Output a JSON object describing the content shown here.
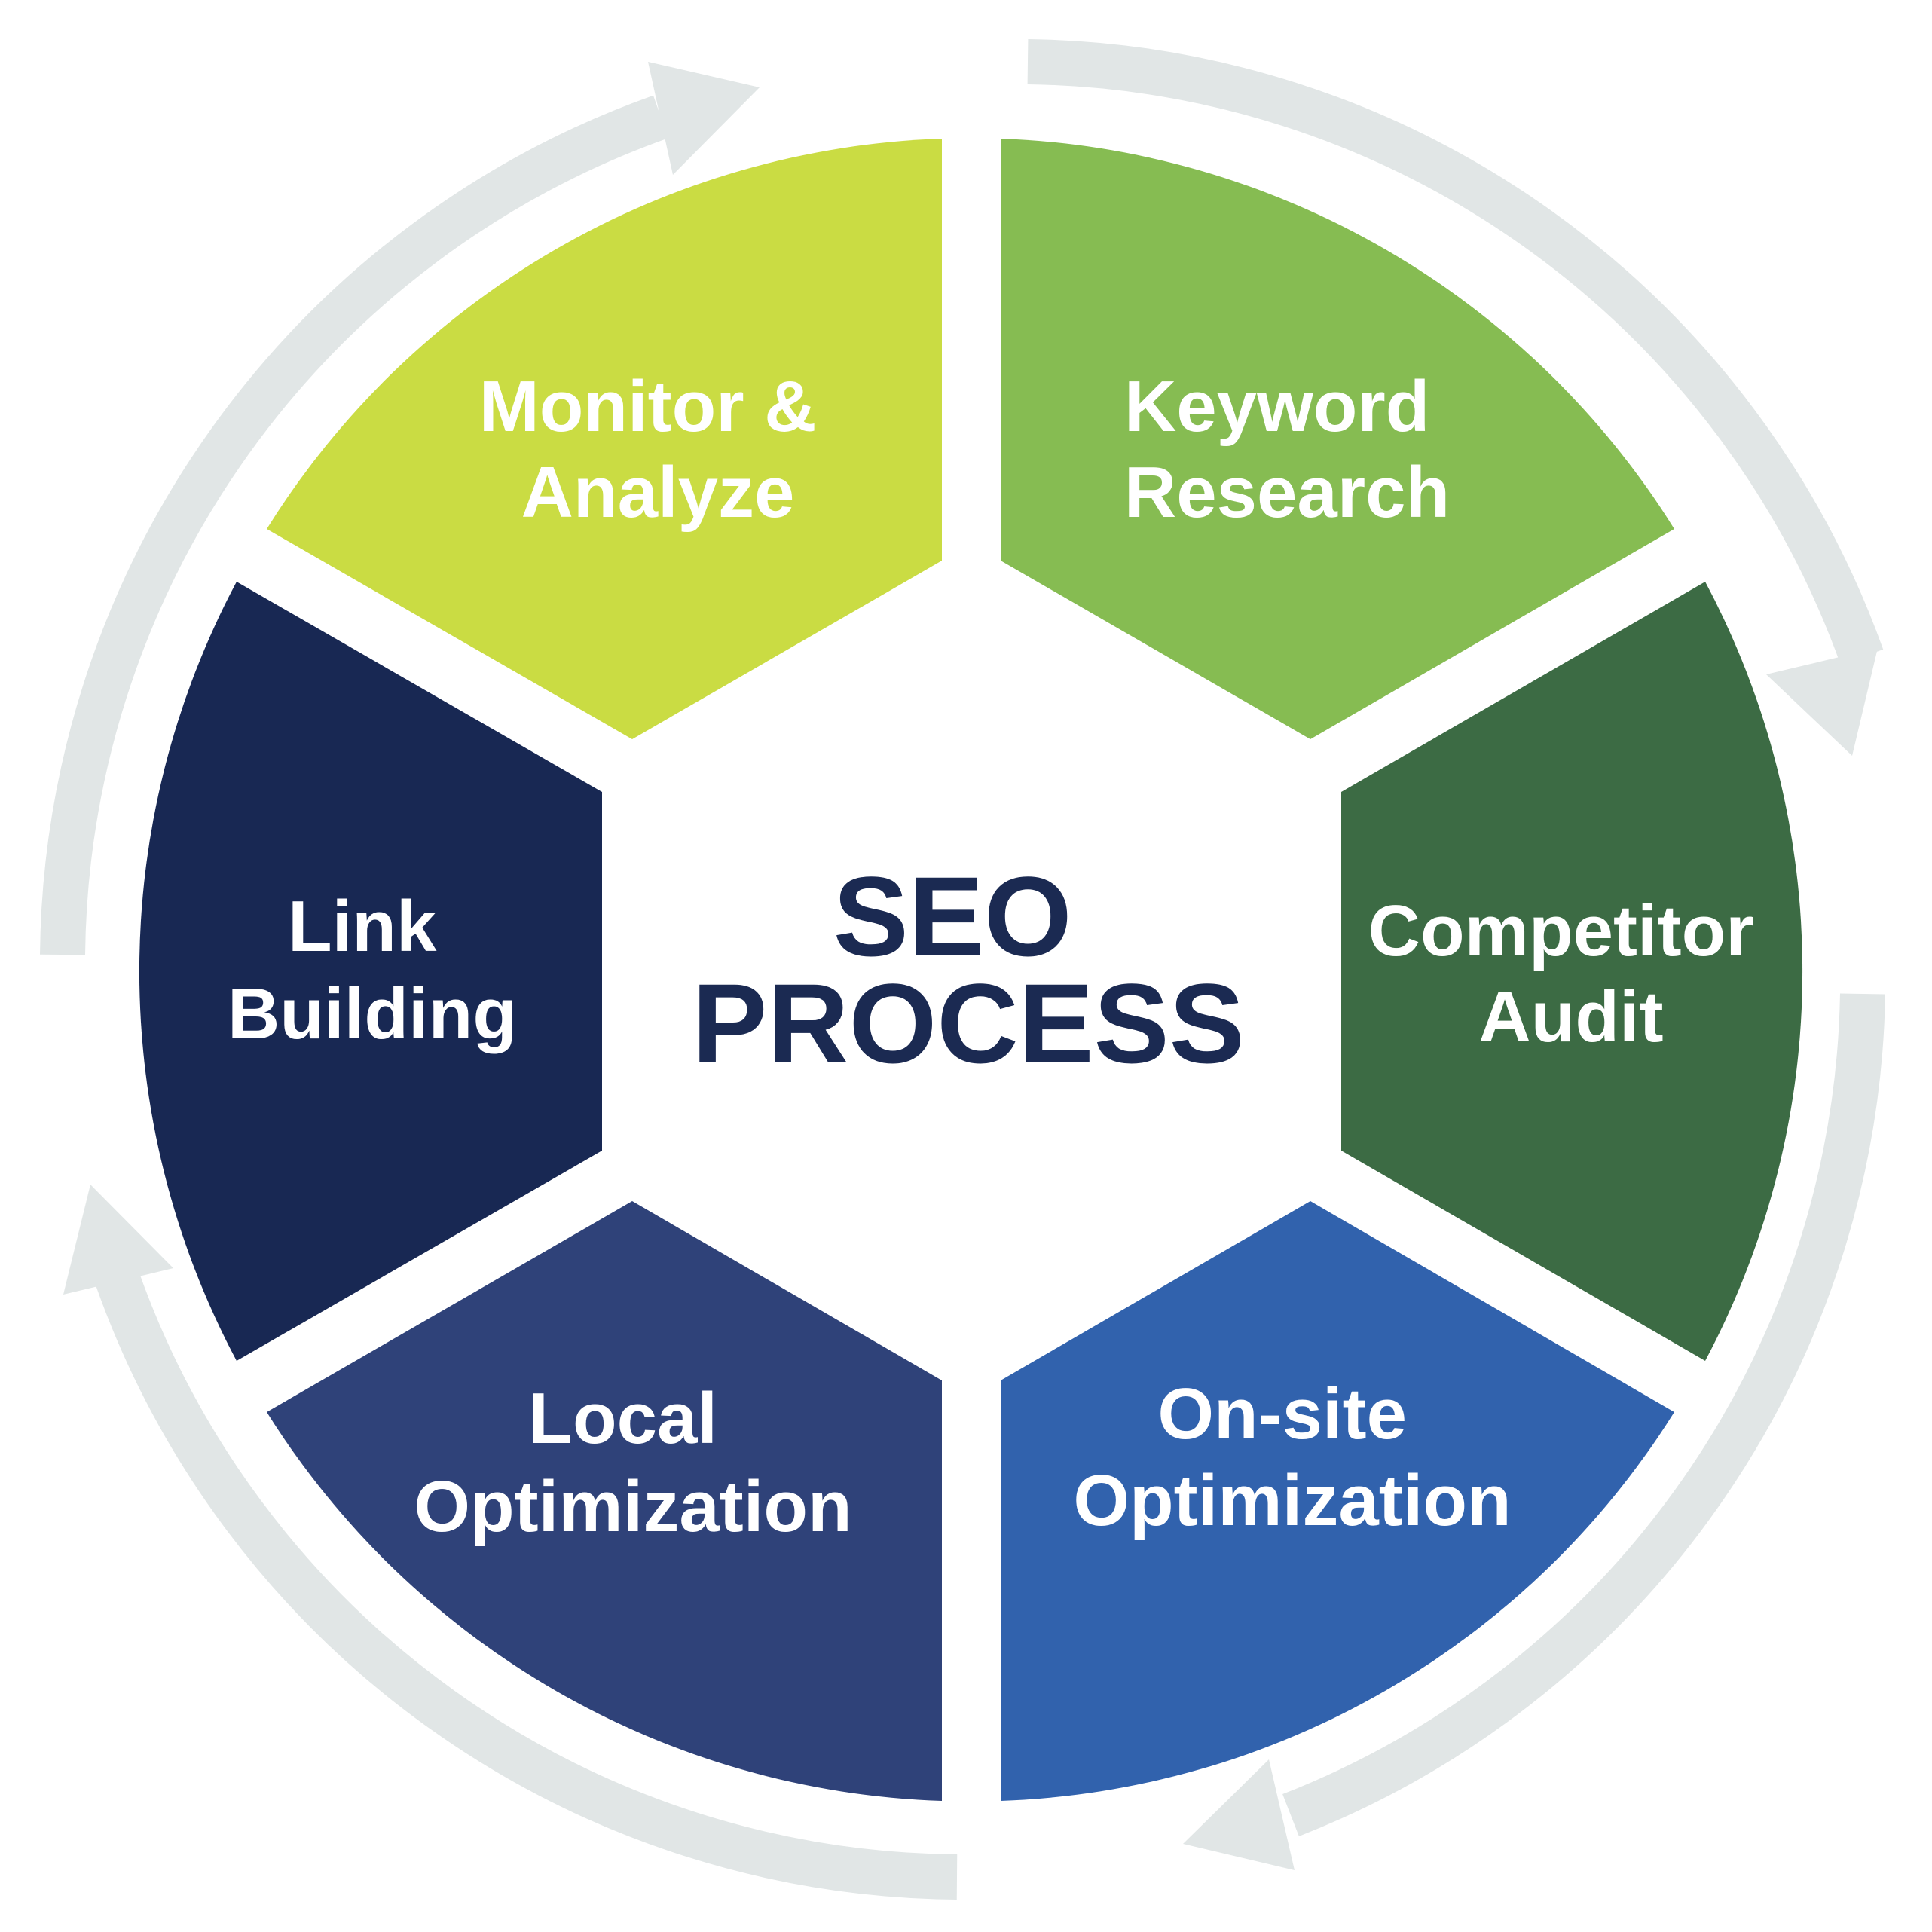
{
  "center": {
    "line1": "SEO",
    "line2": "PROCESS",
    "color": "#1b2a52"
  },
  "segments": [
    {
      "id": "keyword-research",
      "line1": "Keyword",
      "line2": "Research",
      "color": "#86bc52"
    },
    {
      "id": "competitor-audit",
      "line1": "Competitor",
      "line2": "Audit",
      "color": "#3c6b44"
    },
    {
      "id": "on-site-optimization",
      "line1": "On-site",
      "line2": "Optimization",
      "color": "#3162ad"
    },
    {
      "id": "local-optimization",
      "line1": "Local",
      "line2": "Optimization",
      "color": "#2f4279"
    },
    {
      "id": "link-building",
      "line1": "Link",
      "line2": "Building",
      "color": "#182853"
    },
    {
      "id": "monitor-analyze",
      "line1": "Monitor &",
      "line2": "Analyze",
      "color": "#cadc43"
    }
  ],
  "cycle_arrow_color": "#e1e6e6",
  "cycle_direction": "clockwise"
}
